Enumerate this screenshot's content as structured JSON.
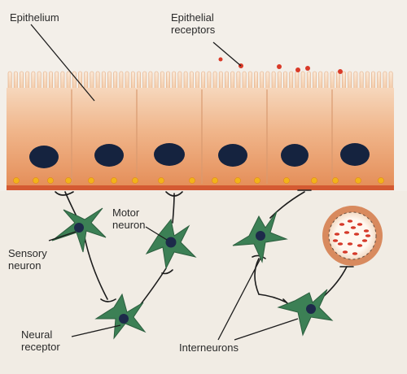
{
  "labels": {
    "epithelium": "Epithelium",
    "epithelial_receptors_line1": "Epithelial",
    "epithelial_receptors_line2": "receptors",
    "motor_neuron_line1": "Motor",
    "motor_neuron_line2": "neuron",
    "sensory_neuron_line1": "Sensory",
    "sensory_neuron_line2": "neuron",
    "neural_receptor_line1": "Neural",
    "neural_receptor_line2": "receptor",
    "interneurons": "Interneurons"
  },
  "icons": [
    "epithelium-layer",
    "microvilli",
    "epithelial-nucleus-icon",
    "basement-membrane",
    "neuron-cell-icon",
    "blood-vessel-icon",
    "receptor-particle-icon"
  ],
  "colors": {
    "background": "#f3efe9",
    "epithelium_light": "#f5d2b4",
    "epithelium_dark": "#e58f5a",
    "basement_membrane": "#d45a32",
    "nucleus": "#15233f",
    "neuron": "#3c8055",
    "neuron_nucleus": "#1d2a4a",
    "granule": "#f2b319",
    "receptor_particle": "#d93a28",
    "vessel_wall": "#d88a5e",
    "label_text": "#2a2a2a"
  }
}
